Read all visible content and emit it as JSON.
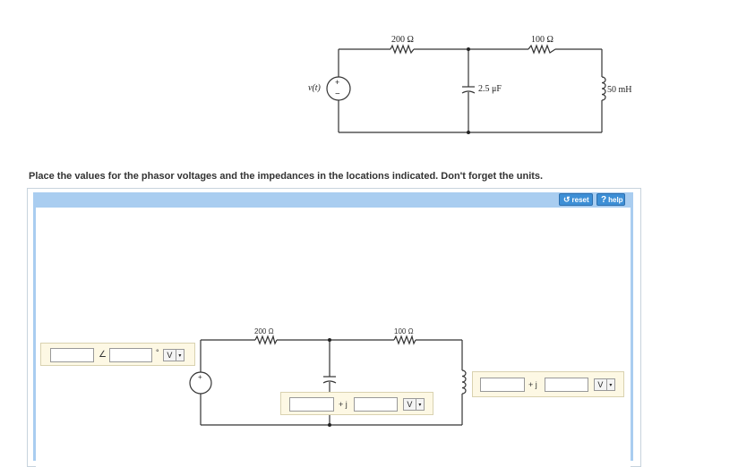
{
  "top_circuit": {
    "source_label": "v(t)",
    "r1_label": "200 Ω",
    "r2_label": "100 Ω",
    "c_label": "2.5 μF",
    "l_label": "50 mH",
    "plus": "+",
    "minus": "−"
  },
  "instructions": "Place the values for the phasor voltages and the impedances in the locations indicated. Don't forget the units.",
  "toolbar": {
    "reset_label": "reset",
    "help_label": "help",
    "help_icon": "?"
  },
  "answer_circuit": {
    "r1_label": "200 Ω",
    "r2_label": "100 Ω",
    "plus": "+",
    "source_box": {
      "angle_symbol": "∠",
      "degree_symbol": "°",
      "unit": "V"
    },
    "cap_box": {
      "j_label": "+ j",
      "unit": "V"
    },
    "ind_box": {
      "j_label": "+ j",
      "unit": "V"
    }
  }
}
